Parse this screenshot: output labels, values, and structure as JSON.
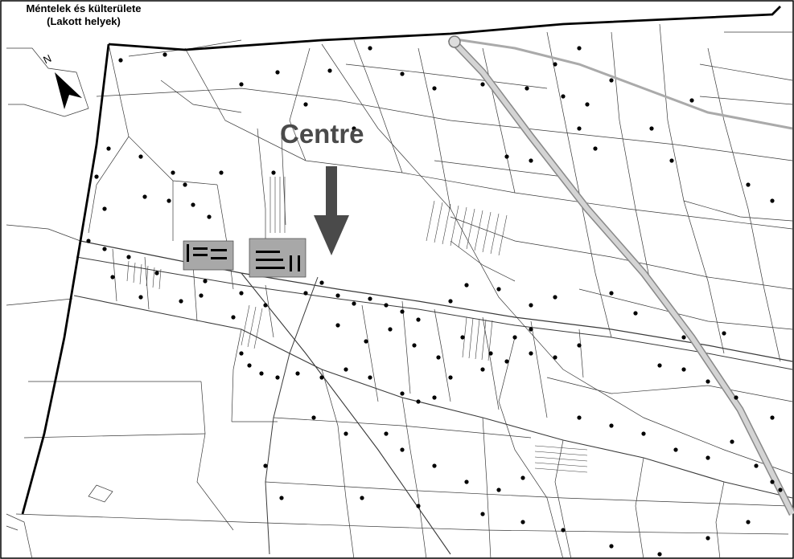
{
  "map": {
    "title_line1": "Méntelek és külterülete",
    "title_line2": "(Lakott helyek)",
    "centre_label": "Centre",
    "north_letter": "N",
    "colors": {
      "background": "#ffffff",
      "parcel_line": "#3a3a3a",
      "boundary": "#000000",
      "highway": "#c8c8c8",
      "centre_area": "#a8a8a8",
      "arrow": "#4a4a4a",
      "settlement_dot": "#000000"
    },
    "icons": [
      "north-arrow-icon",
      "down-arrow-icon"
    ]
  }
}
